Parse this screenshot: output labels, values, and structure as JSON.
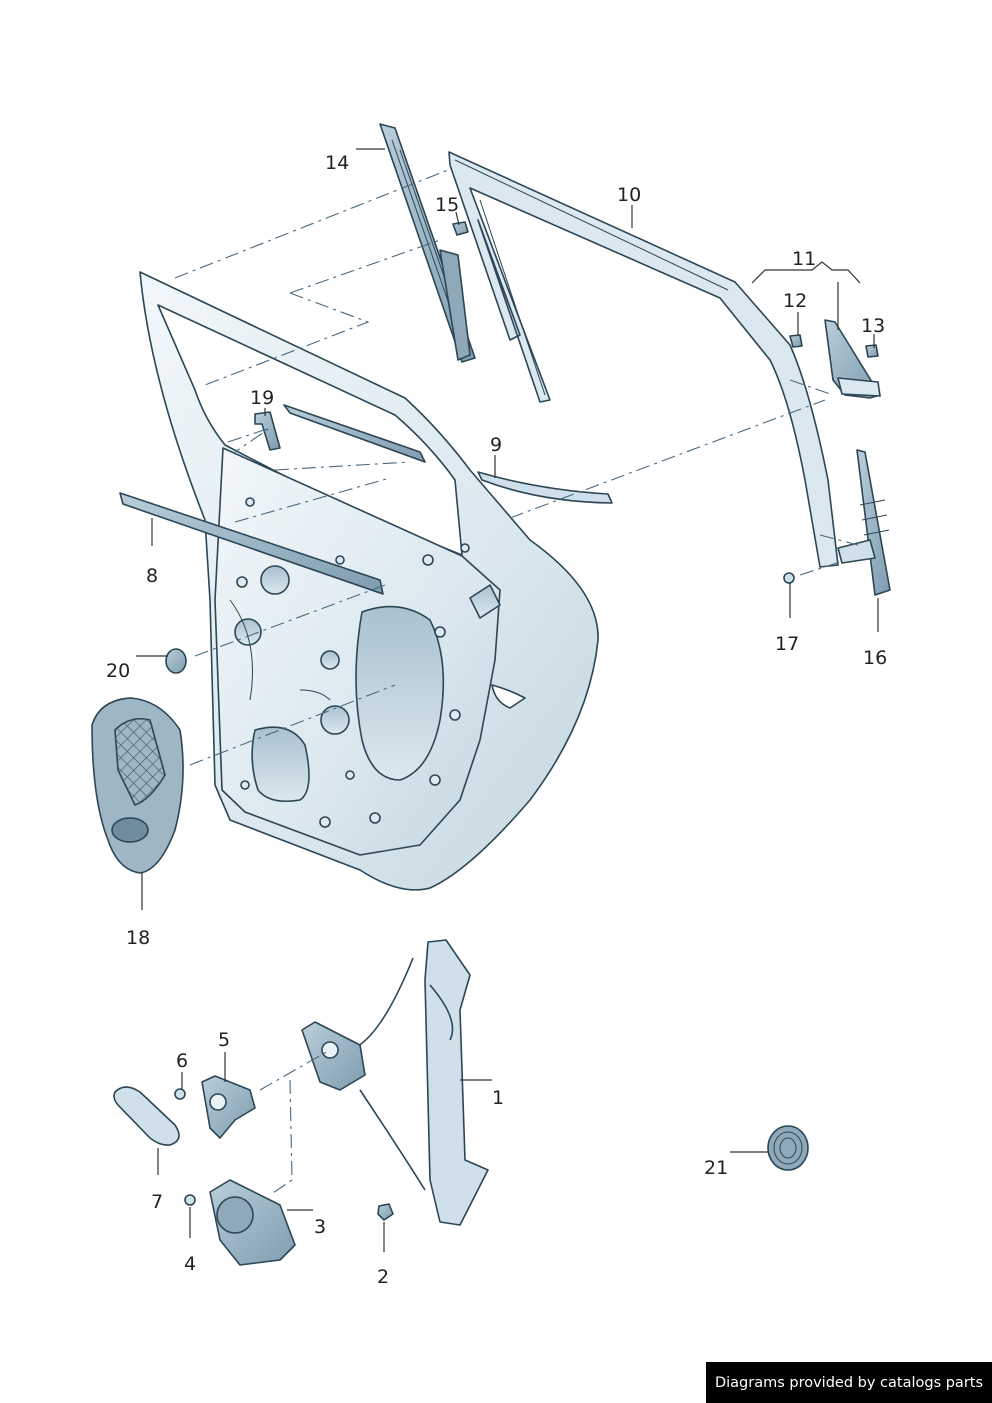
{
  "callouts": {
    "c1": "1",
    "c2": "2",
    "c3": "3",
    "c4": "4",
    "c5": "5",
    "c6": "6",
    "c7": "7",
    "c8": "8",
    "c9": "9",
    "c10": "10",
    "c11": "11",
    "c12": "12",
    "c13": "13",
    "c14": "14",
    "c15": "15",
    "c16": "16",
    "c17": "17",
    "c18": "18",
    "c19": "19",
    "c20": "20",
    "c21": "21"
  },
  "watermark": {
    "text": "Diagrams provided by catalogs parts"
  },
  "colors": {
    "part_fill_light": "#eaf2f6",
    "part_fill_mid": "#cfe0ea",
    "part_fill_dark": "#8fa9b8",
    "part_stroke": "#2c4656",
    "dash_line": "#4a6a80",
    "text": "#222222",
    "watermark_bg": "#000000",
    "watermark_text": "#ffffff"
  }
}
